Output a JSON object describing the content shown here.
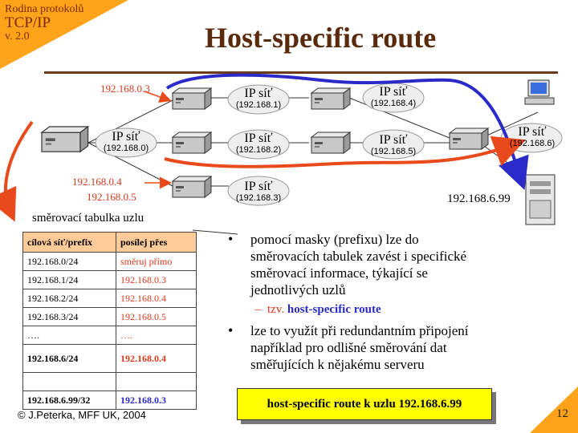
{
  "header": {
    "course_line1": "Rodina protokolů",
    "course_line2": "TCP/IP",
    "course_line3": "v. 2.0",
    "title": "Host-specific  route"
  },
  "colors": {
    "corner": "#ffa31a",
    "route": "#e84a1c",
    "host_route": "#2a2ac8",
    "title": "#5a2a0c",
    "table_header": "#ffcc99",
    "callout": "#ffff00"
  },
  "diagram": {
    "addr_03": "192.168.0.3",
    "addr_04": "192.168.0.4",
    "addr_05": "192.168.0.5",
    "host_addr": "192.168.6.99",
    "networks": [
      {
        "name": "IP síť",
        "prefix": "(192.168.0)"
      },
      {
        "name": "IP síť",
        "prefix": "(192.168.1)"
      },
      {
        "name": "IP síť",
        "prefix": "(192.168.2)"
      },
      {
        "name": "IP síť",
        "prefix": "(192.168.3)"
      },
      {
        "name": "IP síť",
        "prefix": "(192.168.4)"
      },
      {
        "name": "IP síť",
        "prefix": "(192.168.5)"
      },
      {
        "name": "IP síť",
        "prefix": "(192.168.6)"
      }
    ]
  },
  "table": {
    "caption": "směrovací tabulka uzlu",
    "headers": [
      "cílová síť/prefix",
      "posílej přes"
    ],
    "rows": [
      [
        "192.168.0/24",
        "směruj přímo"
      ],
      [
        "192.168.1/24",
        "192.168.0.3"
      ],
      [
        "192.168.2/24",
        "192.168.0.4"
      ],
      [
        "192.168.3/24",
        "192.168.0.5"
      ],
      [
        "….",
        "…."
      ],
      [
        "192.168.6/24",
        "192.168.0.4"
      ],
      [
        "",
        ""
      ],
      [
        "192.168.6.99/32",
        "192.168.0.3"
      ]
    ]
  },
  "bullets": {
    "b1": [
      "pomocí masky (prefixu) lze do",
      "směrovacích tabulek zavést i specifické",
      "směrovací informace, týkající se",
      "jednotlivých uzlů"
    ],
    "sub_prefix": "tzv.",
    "sub_term": "host-specific route",
    "b2": [
      "lze to využít při redundantním připojení",
      "například pro odlišné směrování dat",
      "směřujících k nějakému serveru"
    ]
  },
  "callout": "host-specific route k uzlu 192.168.6.99",
  "footer": {
    "copyright": "© J.Peterka, MFF UK, 2004",
    "page": "12"
  }
}
